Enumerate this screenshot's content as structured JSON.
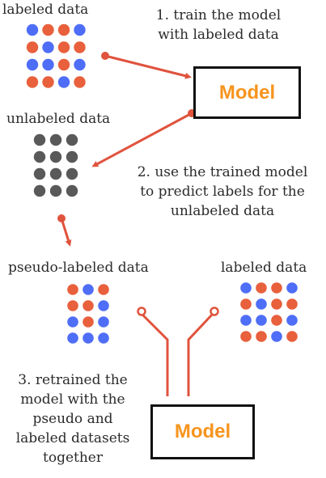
{
  "colors": {
    "orange": "#e8603c",
    "blue": "#4f6ef7",
    "gray": "#595959",
    "arrow": "#e0533d",
    "model_text": "#f7941d"
  },
  "labels": {
    "labeled_data_top": "labeled data",
    "unlabeled_data": "unlabeled data",
    "pseudo_labeled_data": "pseudo-labeled data",
    "labeled_data_bottom": "labeled data"
  },
  "steps": {
    "step1_line1": "1. train the model",
    "step1_line2": "with labeled data",
    "step2_line1": "2. use the trained model",
    "step2_line2": "to predict labels for the",
    "step2_line3": "unlabeled data",
    "step3_line1": "3. retrained the",
    "step3_line2": "model with the",
    "step3_line3": "pseudo and",
    "step3_line4": "labeled datasets",
    "step3_line5": "together"
  },
  "model": {
    "label": "Model"
  },
  "grids": {
    "labeled_top": [
      [
        "blue",
        "orange",
        "orange",
        "blue"
      ],
      [
        "orange",
        "blue",
        "orange",
        "orange"
      ],
      [
        "blue",
        "blue",
        "orange",
        "blue"
      ],
      [
        "orange",
        "orange",
        "blue",
        "orange"
      ]
    ],
    "unlabeled": [
      [
        "gray",
        "gray",
        "gray"
      ],
      [
        "gray",
        "gray",
        "gray"
      ],
      [
        "gray",
        "gray",
        "gray"
      ],
      [
        "gray",
        "gray",
        "gray"
      ]
    ],
    "pseudo": [
      [
        "orange",
        "blue",
        "orange"
      ],
      [
        "orange",
        "orange",
        "blue"
      ],
      [
        "blue",
        "orange",
        "blue"
      ],
      [
        "blue",
        "blue",
        "blue"
      ]
    ],
    "labeled_bottom": [
      [
        "blue",
        "orange",
        "orange",
        "blue"
      ],
      [
        "orange",
        "blue",
        "orange",
        "orange"
      ],
      [
        "blue",
        "blue",
        "orange",
        "blue"
      ],
      [
        "orange",
        "orange",
        "blue",
        "orange"
      ]
    ]
  }
}
